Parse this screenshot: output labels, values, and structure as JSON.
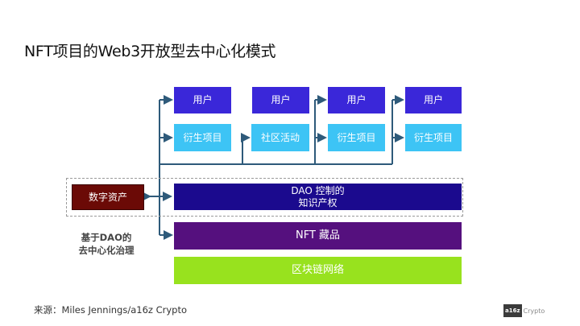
{
  "title": "NFT项目的Web3开放型去中心化模式",
  "users": [
    "用户",
    "用户",
    "用户",
    "用户"
  ],
  "derivatives": [
    "衍生项目",
    "社区活动",
    "衍生项目",
    "衍生项目"
  ],
  "digital_asset": "数字资产",
  "dao_ip": {
    "line1": "DAO 控制的",
    "line2": "知识产权"
  },
  "nft_collection": "NFT 藏品",
  "blockchain": "区块链网络",
  "governance": {
    "line1": "基于DAO的",
    "line2": "去中心化治理"
  },
  "source": "来源：Miles Jennings/a16z Crypto",
  "logo": {
    "mark": "a16z",
    "word": "Crypto"
  },
  "colors": {
    "user": "#3a27d9",
    "derivative": "#3dc4f5",
    "asset": "#6b0a06",
    "dao": "#1b0a8e",
    "nft": "#55107e",
    "chain": "#98e21e",
    "connector": "#2e5a7a"
  }
}
